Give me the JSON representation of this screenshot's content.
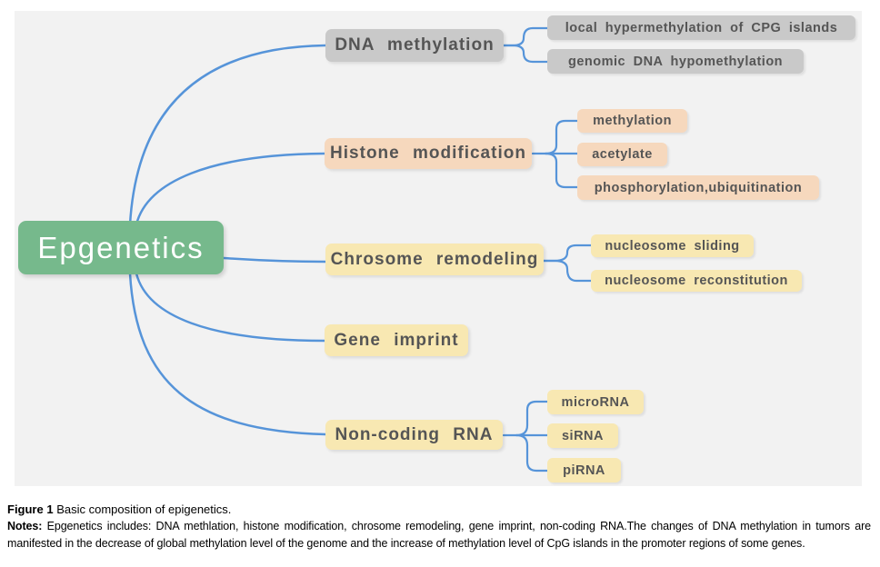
{
  "colors": {
    "page_background": "#ffffff",
    "panel_background": "#f2f2f2",
    "root_fill": "#76b98c",
    "root_text": "#ffffff",
    "gray_fill": "#c9c9c9",
    "peach_fill": "#f6d8bd",
    "yellow_fill": "#f8e8b2",
    "node_text": "#555555",
    "connector_blue": "#5694d9"
  },
  "diagram": {
    "root": "Epgenetics",
    "branches": [
      {
        "label": "DNA methylation",
        "children": [
          "local hypermethylation of CPG islands",
          "genomic DNA hypomethylation"
        ]
      },
      {
        "label": "Histone modification",
        "children": [
          "methylation",
          "acetylate",
          "phosphorylation,ubiquitination"
        ]
      },
      {
        "label": "Chrosome remodeling",
        "children": [
          "nucleosome sliding",
          "nucleosome reconstitution"
        ]
      },
      {
        "label": "Gene imprint",
        "children": []
      },
      {
        "label": "Non-coding RNA",
        "children": [
          "microRNA",
          "siRNA",
          "piRNA"
        ]
      }
    ]
  },
  "caption": {
    "figure_label": "Figure 1",
    "figure_text": " Basic composition of epigenetics.",
    "notes_label": "Notes:",
    "notes_text": " Epgenetics includes: DNA methlation, histone modification, chrosome remodeling, gene imprint, non-coding RNA.The changes of DNA methylation in tumors are manifested in the decrease of global methylation level of the genome and the increase of methylation level of CpG islands in the promoter regions of some genes."
  }
}
